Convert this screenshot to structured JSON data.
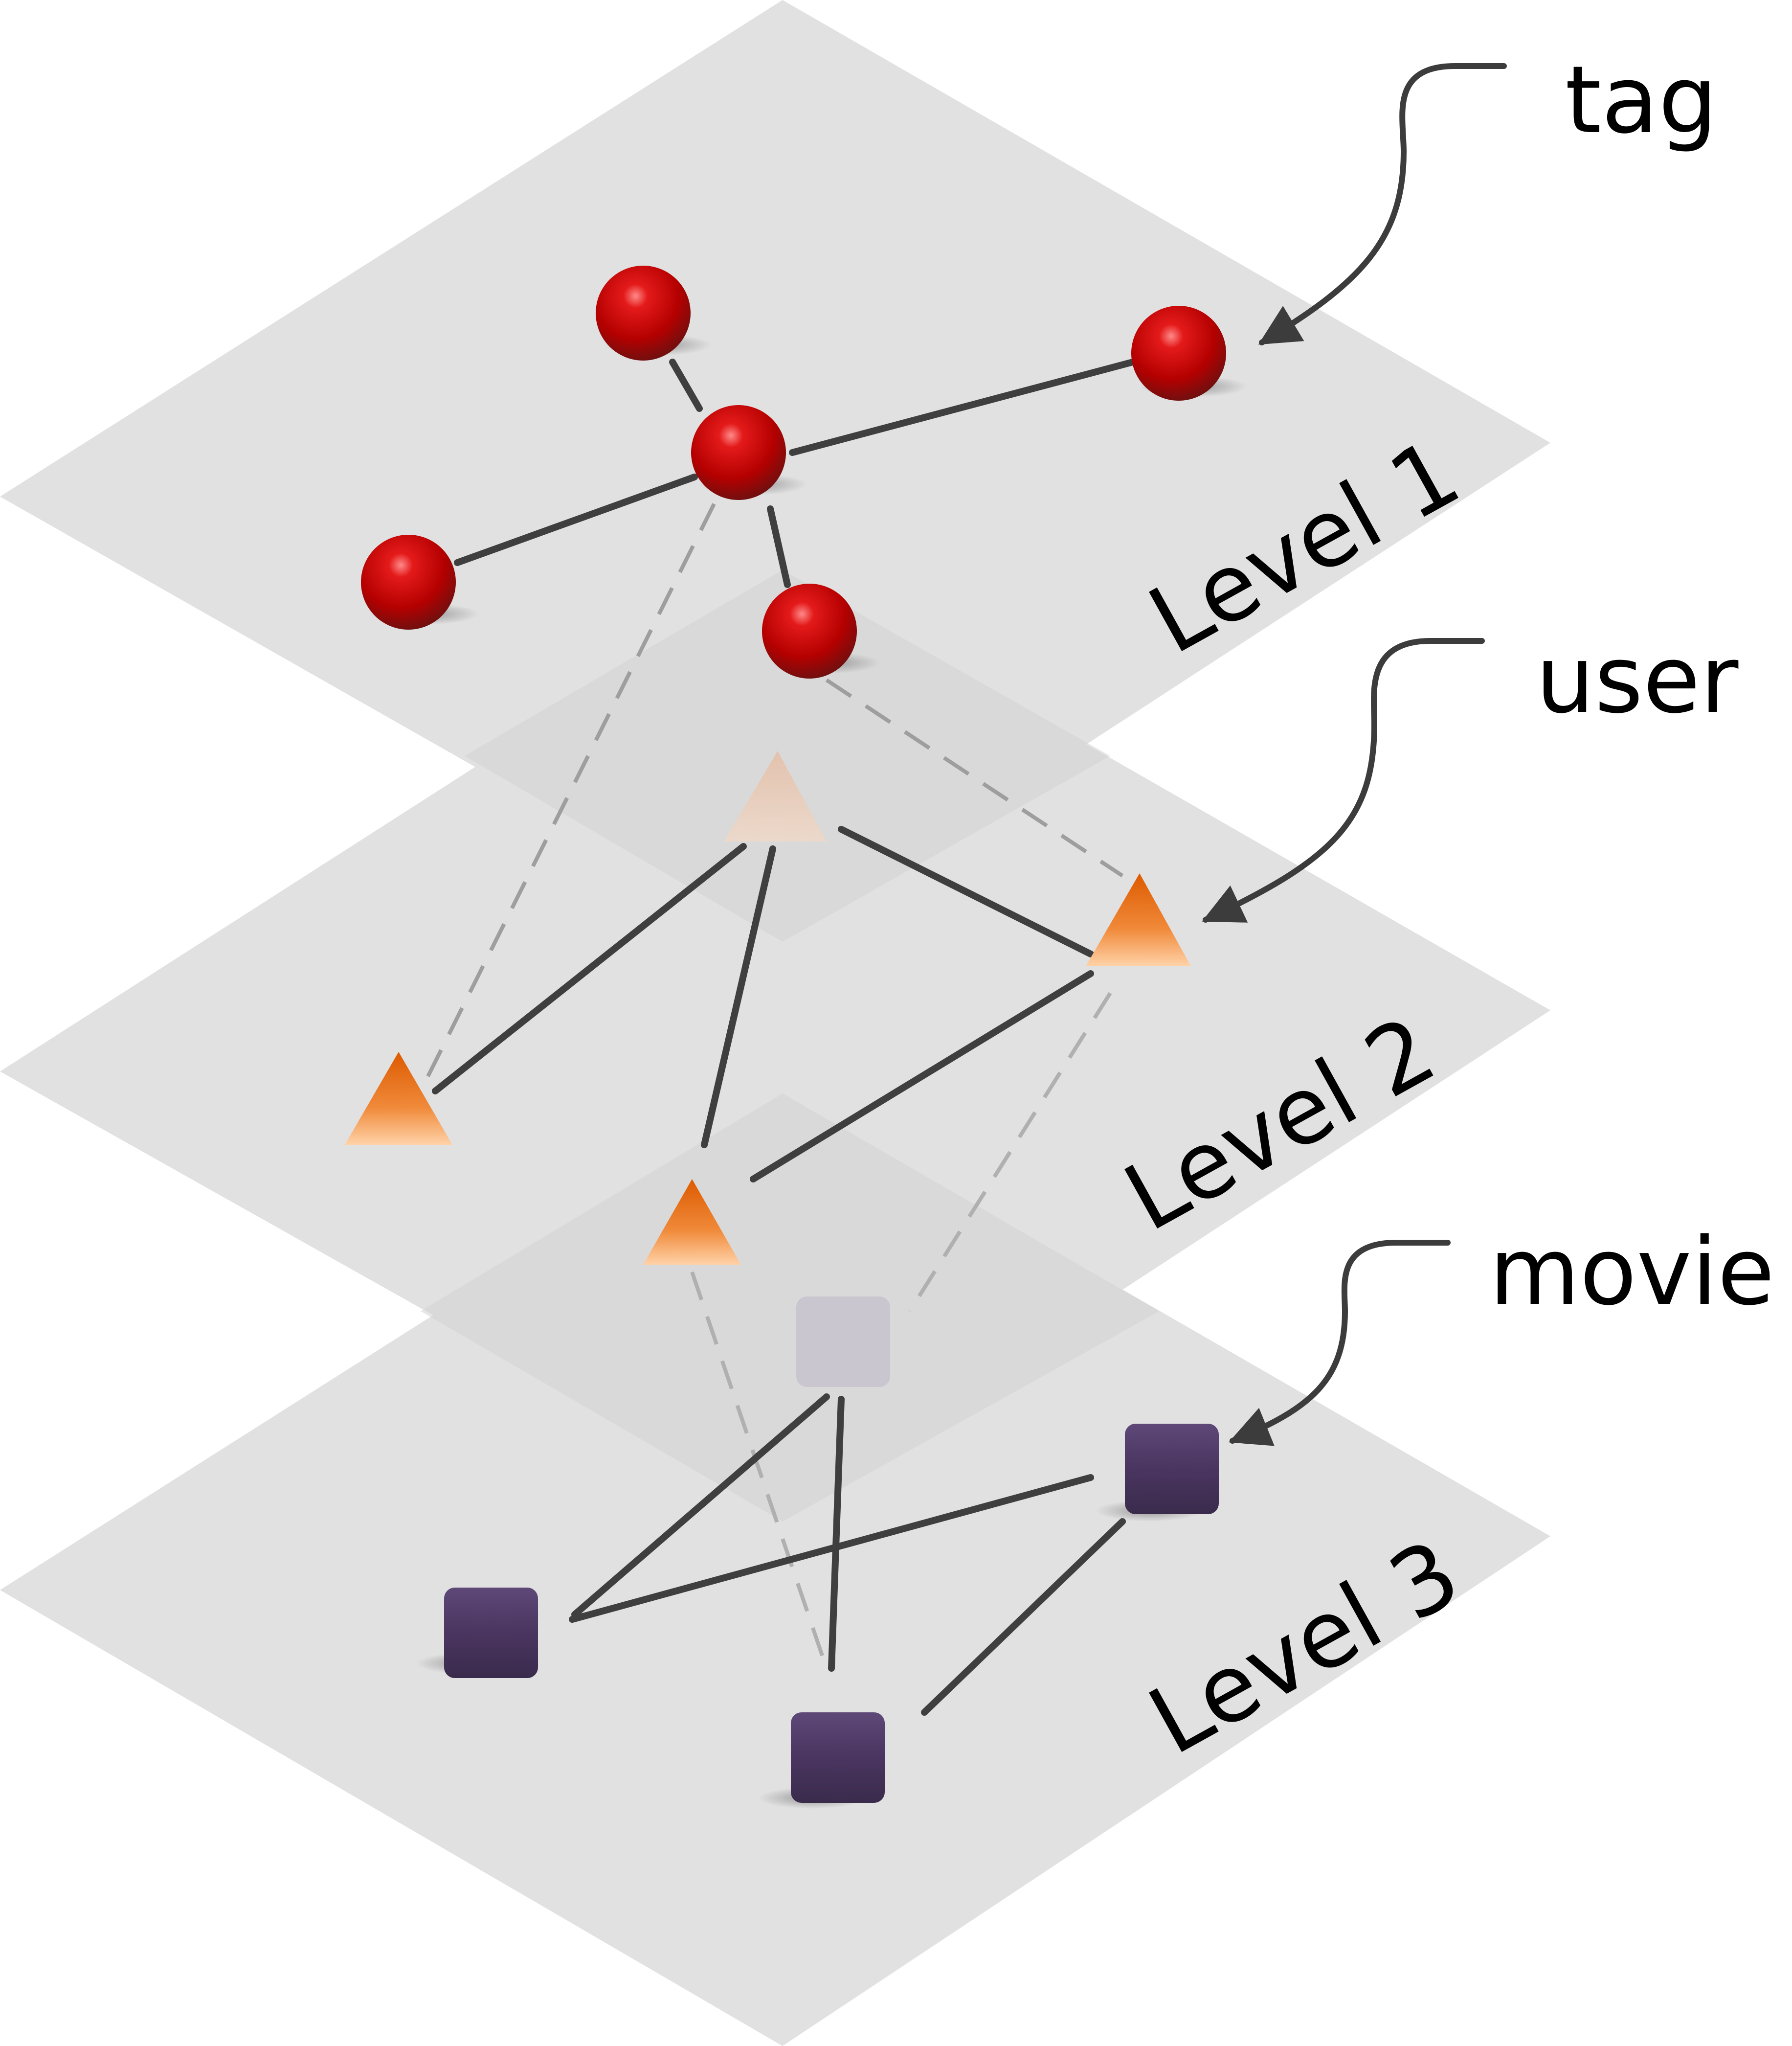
{
  "levels": [
    {
      "id": "level1",
      "label": "Level 1"
    },
    {
      "id": "level2",
      "label": "Level 2"
    },
    {
      "id": "level3",
      "label": "Level 3"
    }
  ],
  "node_types": [
    {
      "id": "tag",
      "label": "tag",
      "shape": "sphere",
      "color": "#c00000"
    },
    {
      "id": "user",
      "label": "user",
      "shape": "triangle",
      "color": "#e8690f"
    },
    {
      "id": "movie",
      "label": "movie",
      "shape": "rounded-square",
      "color": "#4a3560"
    }
  ],
  "colors": {
    "plane": "#e1e1e1",
    "edge": "#3f3f3f",
    "dashed_edge": "#a8a8a8",
    "faded_user": "#e8cdbb",
    "faded_movie": "#c9c6cf"
  }
}
